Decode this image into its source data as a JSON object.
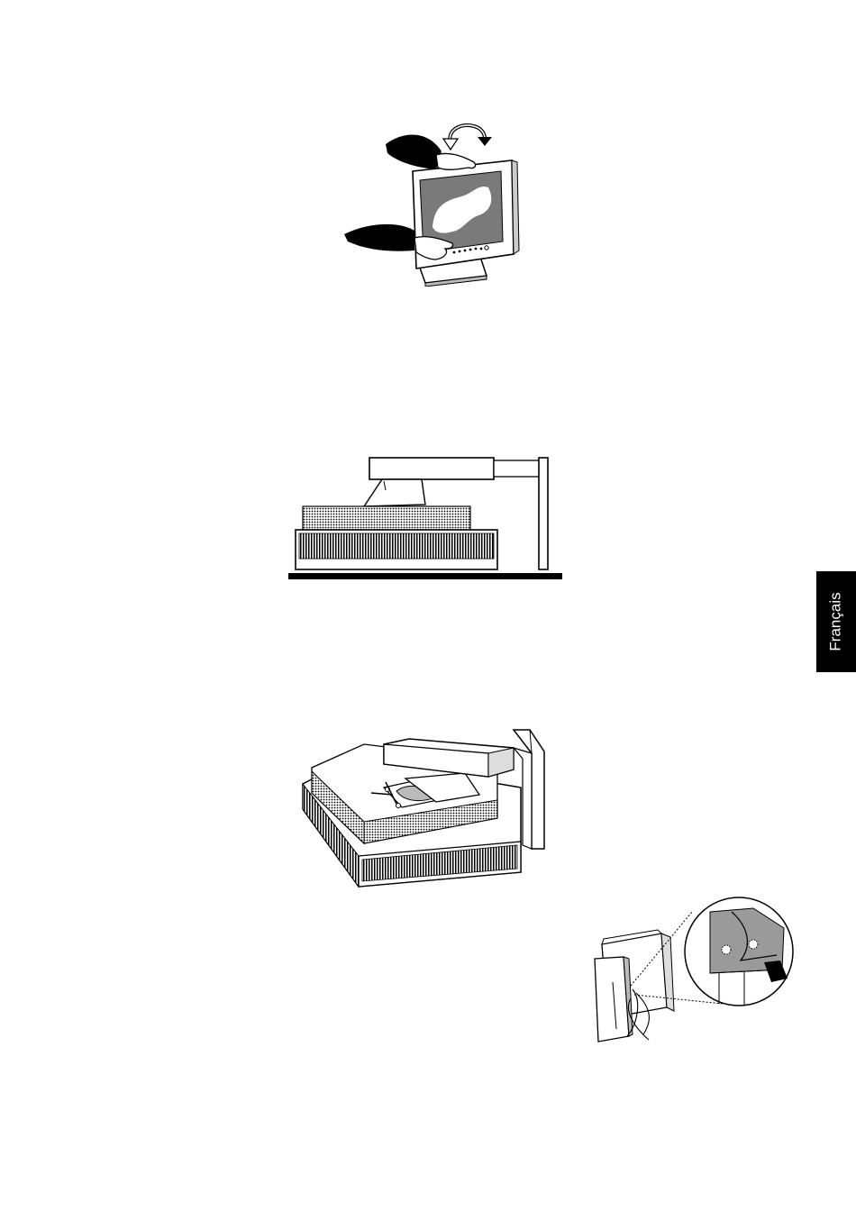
{
  "language_tab": {
    "label": "Français"
  },
  "figures": [
    {
      "id": "tilt",
      "icon": "monitor-tilt-hands-icon"
    },
    {
      "id": "side",
      "icon": "monitor-face-down-side-icon"
    },
    {
      "id": "persp",
      "icon": "monitor-stand-removal-icon"
    },
    {
      "id": "cable",
      "icon": "monitor-cable-connection-icon"
    }
  ]
}
